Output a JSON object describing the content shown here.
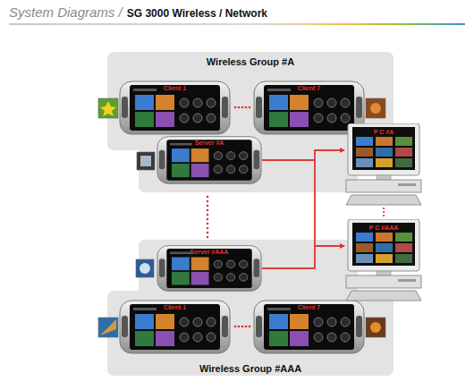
{
  "diagram": {
    "title": "System Diagrams /",
    "nodes": [
      {
        "text": [
          "Wireless Group #A"
        ]
      },
      {
        "text": [
          "Client 1"
        ],
        "in": 0
      },
      {
        "text": [
          "Client 7"
        ],
        "in": 0
      },
      {
        "text": [
          "Server #A"
        ],
        "in": 0
      },
      {
        "text": [
          "Wireless Group #AAA"
        ]
      },
      {
        "text": [
          "Server #AAA"
        ],
        "in": 4
      },
      {
        "text": [
          "Client 1"
        ],
        "in": 4
      },
      {
        "text": [
          "Client 7"
        ],
        "in": 4
      },
      {
        "text": [
          "P C #A"
        ]
      },
      {
        "text": [
          "P C #AAA"
        ]
      }
    ],
    "edges": [
      {
        "from": 3,
        "to": 8,
        "arrow": "to"
      },
      {
        "from": 3,
        "to": 9,
        "arrow": "to"
      },
      {
        "from": 5,
        "to": 8,
        "arrow": "to"
      },
      {
        "from": 5,
        "to": 9,
        "arrow": "to"
      }
    ],
    "labels": [
      "SG 3000 Wireless / Network"
    ]
  }
}
